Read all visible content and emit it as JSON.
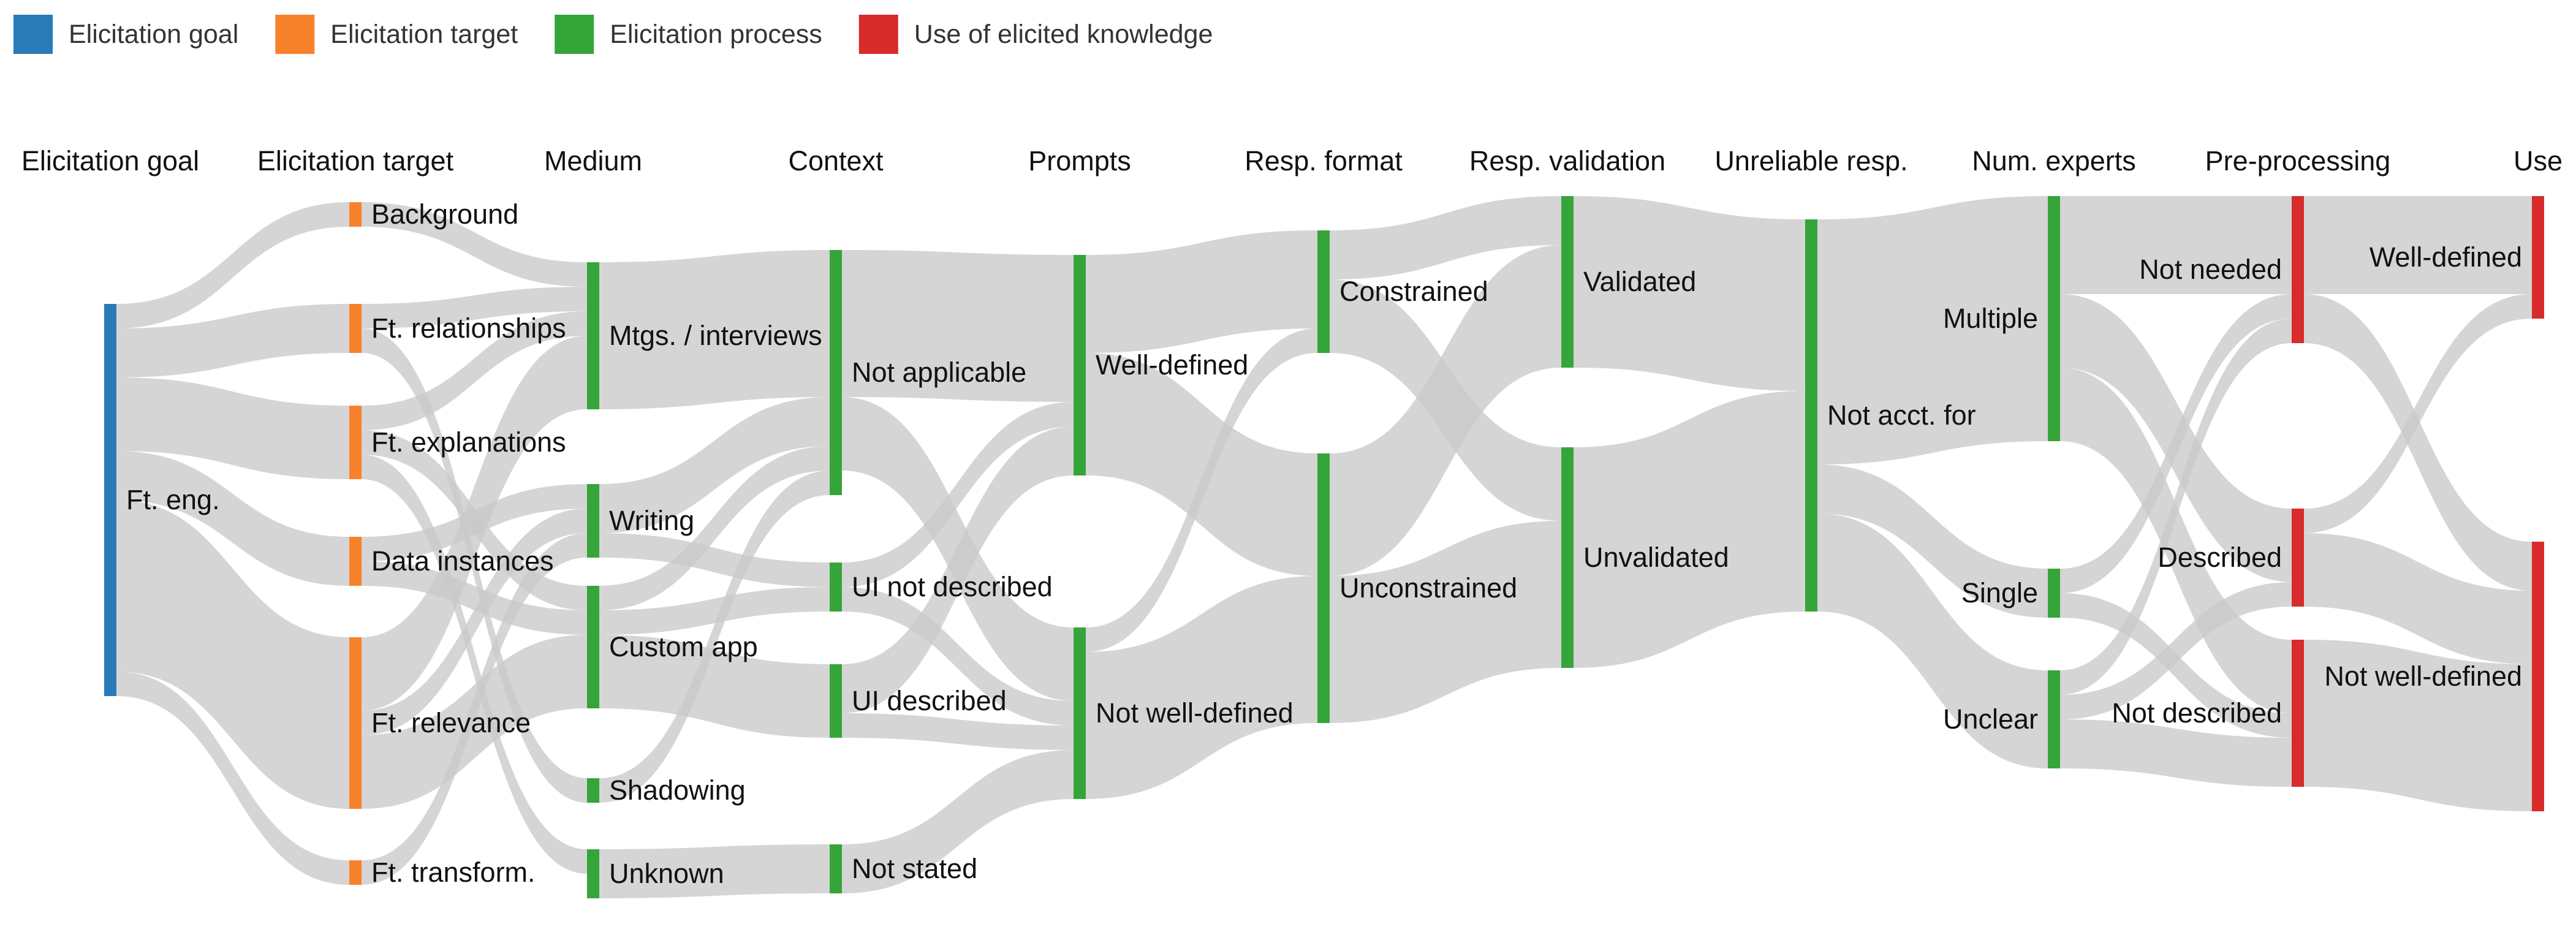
{
  "legend": [
    {
      "key": "goal",
      "label": "Elicitation goal",
      "color": "#2a7ab8"
    },
    {
      "key": "target",
      "label": "Elicitation target",
      "color": "#f8812b"
    },
    {
      "key": "process",
      "label": "Elicitation process",
      "color": "#35a53a"
    },
    {
      "key": "use",
      "label": "Use of elicited knowledge",
      "color": "#d72b2c"
    }
  ],
  "link_color": "#c9c9c9",
  "columns": [
    {
      "id": "goal",
      "label": "Elicitation goal",
      "category": "goal",
      "nodes": [
        {
          "id": "fteng",
          "label": "Ft. eng."
        }
      ]
    },
    {
      "id": "target",
      "label": "Elicitation target",
      "category": "target",
      "nodes": [
        {
          "id": "background",
          "label": "Background"
        },
        {
          "id": "ftrel",
          "label": "Ft. relationships"
        },
        {
          "id": "ftexp",
          "label": "Ft. explanations"
        },
        {
          "id": "datainst",
          "label": "Data instances"
        },
        {
          "id": "ftrelev",
          "label": "Ft. relevance"
        },
        {
          "id": "fttrans",
          "label": "Ft. transform."
        }
      ]
    },
    {
      "id": "medium",
      "label": "Medium",
      "category": "process",
      "nodes": [
        {
          "id": "mtgs",
          "label": "Mtgs. / interviews"
        },
        {
          "id": "writing",
          "label": "Writing"
        },
        {
          "id": "customapp",
          "label": "Custom app"
        },
        {
          "id": "shadowing",
          "label": "Shadowing"
        },
        {
          "id": "unknown",
          "label": "Unknown"
        }
      ]
    },
    {
      "id": "context",
      "label": "Context",
      "category": "process",
      "nodes": [
        {
          "id": "notapp",
          "label": "Not applicable"
        },
        {
          "id": "uinot",
          "label": "UI not described"
        },
        {
          "id": "uides",
          "label": "UI described"
        },
        {
          "id": "notstated",
          "label": "Not stated"
        }
      ]
    },
    {
      "id": "prompts",
      "label": "Prompts",
      "category": "process",
      "nodes": [
        {
          "id": "pwell",
          "label": "Well-defined"
        },
        {
          "id": "pnotwell",
          "label": "Not well-defined"
        }
      ]
    },
    {
      "id": "respformat",
      "label": "Resp. format",
      "category": "process",
      "nodes": [
        {
          "id": "constrained",
          "label": "Constrained"
        },
        {
          "id": "unconstrained",
          "label": "Unconstrained"
        }
      ]
    },
    {
      "id": "respval",
      "label": "Resp. validation",
      "category": "process",
      "nodes": [
        {
          "id": "validated",
          "label": "Validated"
        },
        {
          "id": "unvalidated",
          "label": "Unvalidated"
        }
      ]
    },
    {
      "id": "unreliable",
      "label": "Unreliable resp.",
      "category": "process",
      "nodes": [
        {
          "id": "notacct",
          "label": "Not acct. for"
        }
      ]
    },
    {
      "id": "numexp",
      "label": "Num. experts",
      "category": "process",
      "nodes": [
        {
          "id": "multiple",
          "label": "Multiple"
        },
        {
          "id": "single",
          "label": "Single"
        },
        {
          "id": "unclear",
          "label": "Unclear"
        }
      ]
    },
    {
      "id": "preproc",
      "label": "Pre-processing",
      "category": "use",
      "nodes": [
        {
          "id": "notneeded",
          "label": "Not needed"
        },
        {
          "id": "described",
          "label": "Described"
        },
        {
          "id": "notdescribed",
          "label": "Not described"
        }
      ]
    },
    {
      "id": "use",
      "label": "Use",
      "category": "use",
      "nodes": [
        {
          "id": "uwell",
          "label": "Well-defined"
        },
        {
          "id": "unotwell",
          "label": "Not well-defined"
        }
      ]
    }
  ],
  "links": [
    [
      "fteng",
      "background",
      1
    ],
    [
      "fteng",
      "ftrel",
      2
    ],
    [
      "fteng",
      "ftexp",
      3
    ],
    [
      "fteng",
      "datainst",
      2
    ],
    [
      "fteng",
      "ftrelev",
      7
    ],
    [
      "fteng",
      "fttrans",
      1
    ],
    [
      "background",
      "mtgs",
      1
    ],
    [
      "ftrel",
      "mtgs",
      1
    ],
    [
      "ftrel",
      "shadowing",
      1
    ],
    [
      "ftexp",
      "mtgs",
      1
    ],
    [
      "ftexp",
      "customapp",
      1
    ],
    [
      "ftexp",
      "unknown",
      1
    ],
    [
      "datainst",
      "writing",
      1
    ],
    [
      "datainst",
      "customapp",
      1
    ],
    [
      "ftrelev",
      "mtgs",
      3
    ],
    [
      "ftrelev",
      "writing",
      1
    ],
    [
      "ftrelev",
      "customapp",
      3
    ],
    [
      "fttrans",
      "writing",
      1
    ],
    [
      "mtgs",
      "notapp",
      6
    ],
    [
      "writing",
      "notapp",
      2
    ],
    [
      "writing",
      "uinot",
      1
    ],
    [
      "customapp",
      "uinot",
      1
    ],
    [
      "customapp",
      "uides",
      3
    ],
    [
      "customapp",
      "notapp",
      1
    ],
    [
      "shadowing",
      "notapp",
      1
    ],
    [
      "unknown",
      "notstated",
      2
    ],
    [
      "notapp",
      "pwell",
      6
    ],
    [
      "notapp",
      "pnotwell",
      3
    ],
    [
      "uinot",
      "pwell",
      1
    ],
    [
      "uinot",
      "pnotwell",
      1
    ],
    [
      "uides",
      "pwell",
      2
    ],
    [
      "uides",
      "pnotwell",
      1
    ],
    [
      "notstated",
      "pnotwell",
      2
    ],
    [
      "pwell",
      "constrained",
      4
    ],
    [
      "pwell",
      "unconstrained",
      5
    ],
    [
      "pnotwell",
      "constrained",
      1
    ],
    [
      "pnotwell",
      "unconstrained",
      6
    ],
    [
      "constrained",
      "validated",
      2
    ],
    [
      "constrained",
      "unvalidated",
      3
    ],
    [
      "unconstrained",
      "validated",
      5
    ],
    [
      "unconstrained",
      "unvalidated",
      6
    ],
    [
      "validated",
      "notacct",
      7
    ],
    [
      "unvalidated",
      "notacct",
      9
    ],
    [
      "notacct",
      "multiple",
      10
    ],
    [
      "notacct",
      "single",
      2
    ],
    [
      "notacct",
      "unclear",
      4
    ],
    [
      "multiple",
      "notneeded",
      4
    ],
    [
      "multiple",
      "described",
      3
    ],
    [
      "multiple",
      "notdescribed",
      3
    ],
    [
      "single",
      "notneeded",
      1
    ],
    [
      "single",
      "notdescribed",
      1
    ],
    [
      "unclear",
      "notneeded",
      1
    ],
    [
      "unclear",
      "described",
      1
    ],
    [
      "unclear",
      "notdescribed",
      2
    ],
    [
      "notneeded",
      "uwell",
      4
    ],
    [
      "notneeded",
      "unotwell",
      2
    ],
    [
      "described",
      "uwell",
      1
    ],
    [
      "described",
      "unotwell",
      3
    ],
    [
      "notdescribed",
      "unotwell",
      6
    ]
  ]
}
